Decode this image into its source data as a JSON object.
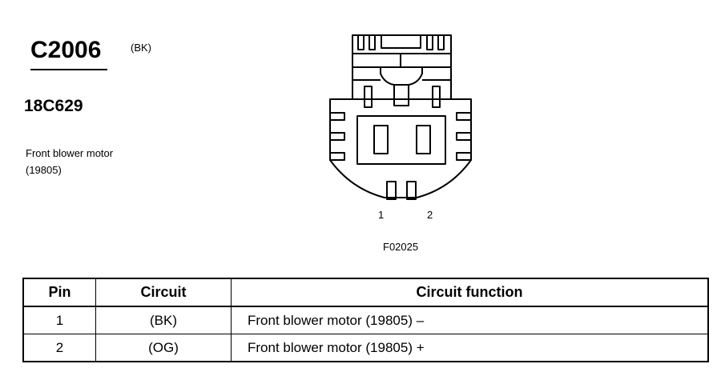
{
  "header": {
    "connector_id": "C2006",
    "connector_color": "(BK)",
    "part_number": "18C629",
    "component_name": "Front blower motor",
    "component_ref": "(19805)"
  },
  "figure": {
    "pin_labels": [
      "1",
      "2"
    ],
    "figure_code": "F02025"
  },
  "table": {
    "headers": {
      "pin": "Pin",
      "circuit": "Circuit",
      "function": "Circuit function"
    },
    "rows": [
      {
        "pin": "1",
        "circuit": "(BK)",
        "function": "Front blower motor (19805) –"
      },
      {
        "pin": "2",
        "circuit": "(OG)",
        "function": "Front blower motor (19805) +"
      }
    ]
  }
}
